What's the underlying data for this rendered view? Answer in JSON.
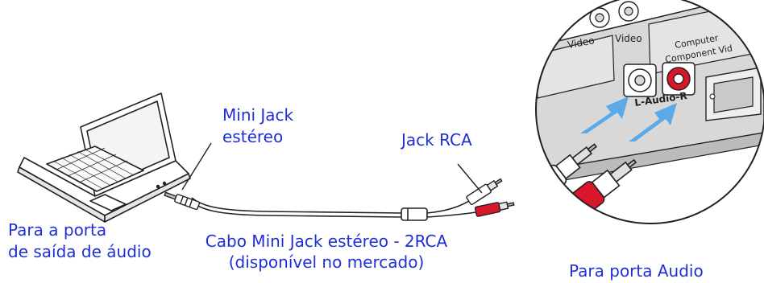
{
  "colors": {
    "label_text": "#1f2fd6",
    "arrow": "#5aa9e8",
    "red_plug": "#d9162a",
    "outline": "#222222",
    "panel": "#d9d9d9"
  },
  "labels": {
    "mini_jack_line1": "Mini Jack",
    "mini_jack_line2": "estéreo",
    "jack_rca": "Jack RCA",
    "laptop_port_line1": "Para a porta",
    "laptop_port_line2": "de saída de áudio",
    "cable_line1": "Cabo Mini Jack estéreo - 2RCA",
    "cable_line2": "(disponível no mercado)",
    "projector_port": "Para porta Audio"
  },
  "panel_labels": {
    "video_left": "Video",
    "video_right": "Video",
    "computer": "Computer",
    "component_video": "Component Vid",
    "audio": "L-Audio-R"
  },
  "icons": [
    "laptop-icon",
    "mini-jack-plug-icon",
    "rca-plug-white-icon",
    "rca-plug-red-icon",
    "arrow-right-icon",
    "audio-jack-white-icon",
    "audio-jack-red-icon"
  ]
}
